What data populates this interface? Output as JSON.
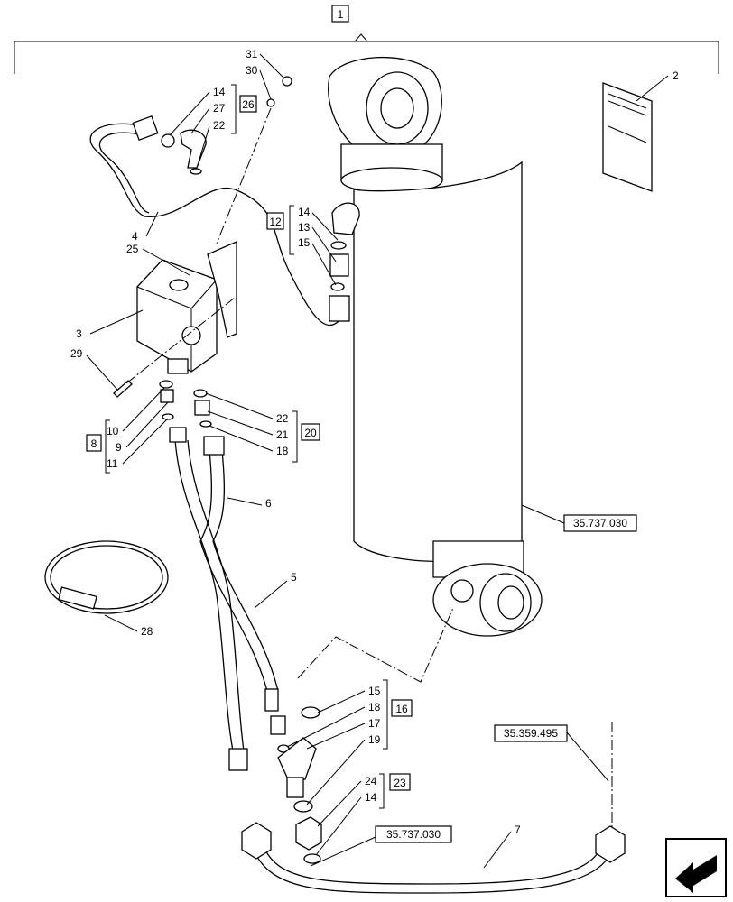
{
  "callouts": {
    "c1": "1",
    "c2": "2",
    "c3": "3",
    "c4": "4",
    "c5": "5",
    "c6": "6",
    "c7": "7",
    "c8": "8",
    "c9": "9",
    "c10": "10",
    "c11": "11",
    "c12": "12",
    "c13": "13",
    "c14a": "14",
    "c14b": "14",
    "c14c": "14",
    "c15a": "15",
    "c15b": "15",
    "c16": "16",
    "c17": "17",
    "c18a": "18",
    "c18b": "18",
    "c19": "19",
    "c20": "20",
    "c21": "21",
    "c22a": "22",
    "c22b": "22",
    "c23": "23",
    "c24": "24",
    "c25": "25",
    "c26": "26",
    "c27": "27",
    "c28": "28",
    "c29": "29",
    "c30": "30",
    "c31": "31"
  },
  "references": {
    "ref_cylinder": "35.737.030",
    "ref_hose": "35.737.030",
    "ref_upper": "35.359.495"
  },
  "icons": {
    "nav": "next-page-arrow-icon"
  }
}
